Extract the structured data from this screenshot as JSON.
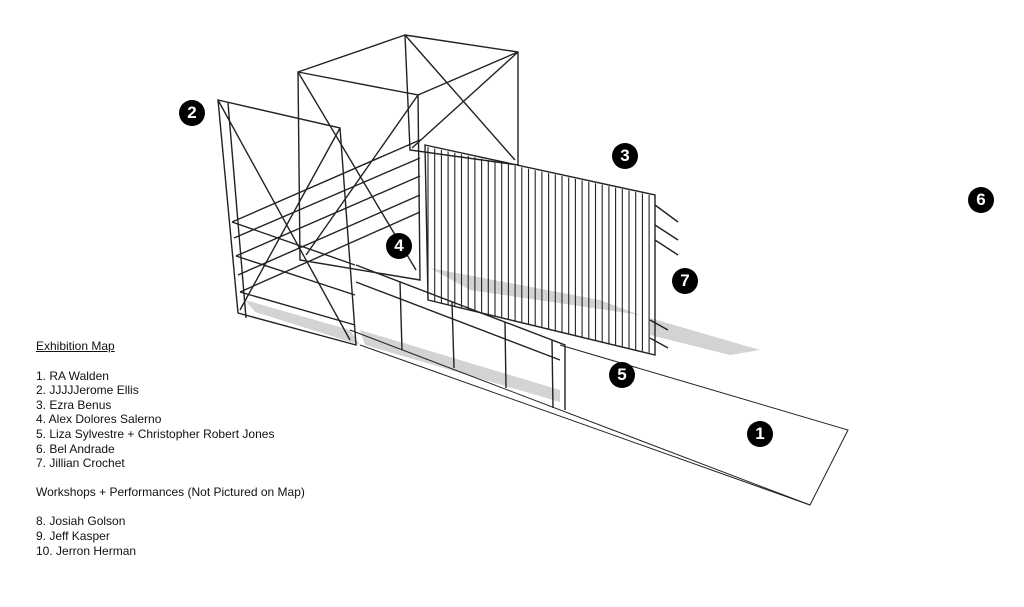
{
  "markers": [
    {
      "label": "1"
    },
    {
      "label": "2"
    },
    {
      "label": "3"
    },
    {
      "label": "4"
    },
    {
      "label": "5"
    },
    {
      "label": "6"
    },
    {
      "label": "7"
    }
  ],
  "legend": {
    "title": "Exhibition Map",
    "items": [
      "1. RA Walden",
      "2. JJJJJerome Ellis",
      "3. Ezra Benus",
      "4. Alex Dolores Salerno",
      "5. Liza Sylvestre + Christopher Robert Jones",
      "6. Bel Andrade",
      "7. Jillian Crochet"
    ],
    "section_title": "Workshops + Performances (Not Pictured on Map)",
    "section_items": [
      "8. Josiah Golson",
      "9. Jeff Kasper",
      "10. Jerron Herman"
    ]
  }
}
